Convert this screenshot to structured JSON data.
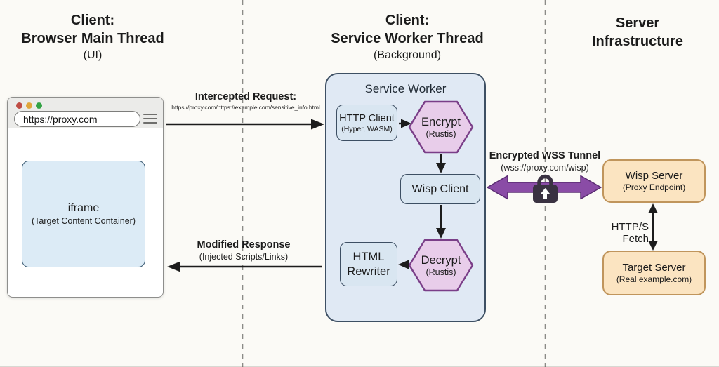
{
  "columns": {
    "left": {
      "title_line1": "Client:",
      "title_line2": "Browser Main Thread",
      "subtitle": "(UI)"
    },
    "middle": {
      "title_line1": "Client:",
      "title_line2": "Service Worker Thread",
      "subtitle": "(Background)"
    },
    "right": {
      "title_line1": "Server",
      "title_line2": "Infrastructure"
    }
  },
  "browser": {
    "url": "https://proxy.com",
    "iframe": {
      "label": "iframe",
      "sublabel": "(Target Content Container)"
    }
  },
  "service_worker": {
    "title": "Service Worker",
    "http_client": {
      "label": "HTTP Client",
      "sublabel": "(Hyper, WASM)"
    },
    "encrypt": {
      "label": "Encrypt",
      "sublabel": "(Rustis)"
    },
    "wisp_client": {
      "label": "Wisp Client"
    },
    "decrypt": {
      "label": "Decrypt",
      "sublabel": "(Rustis)"
    },
    "html_rewriter": {
      "label_line1": "HTML",
      "label_line2": "Rewriter"
    }
  },
  "flows": {
    "intercepted_request": {
      "label": "Intercepted Request:",
      "sublabel": "https://proxy.com/https://example.com/sensitive_info.html"
    },
    "modified_response": {
      "label": "Modified Response",
      "sublabel": "(Injected Scripts/Links)"
    },
    "wss_tunnel": {
      "label": "Encrypted WSS Tunnel",
      "sublabel": "(wss://proxy.com/wisp)"
    },
    "https_fetch": {
      "label": "HTTP/S Fetch"
    }
  },
  "servers": {
    "wisp_server": {
      "label": "Wisp Server",
      "sublabel": "(Proxy Endpoint)"
    },
    "target_server": {
      "label": "Target Server",
      "sublabel": "(Real example.com)"
    }
  },
  "colors": {
    "background": "#fbfaf6",
    "node_blue_fill": "#d9e6f1",
    "node_blue_border": "#3d4f63",
    "sw_container_fill": "#e0e9f4",
    "hexagon_fill": "#e8cdea",
    "hexagon_border": "#7a3e88",
    "server_fill": "#fbe4c1",
    "server_border": "#c0955c",
    "tunnel_arrow": "#8a4ca6",
    "tunnel_arrow_border": "#5a2c72",
    "lock": "#3a3242",
    "arrow_black": "#1c1c1c",
    "divider": "#8b8b87",
    "traffic_red": "#bf4d45",
    "traffic_yellow": "#e0a63b",
    "traffic_green": "#33a345"
  }
}
